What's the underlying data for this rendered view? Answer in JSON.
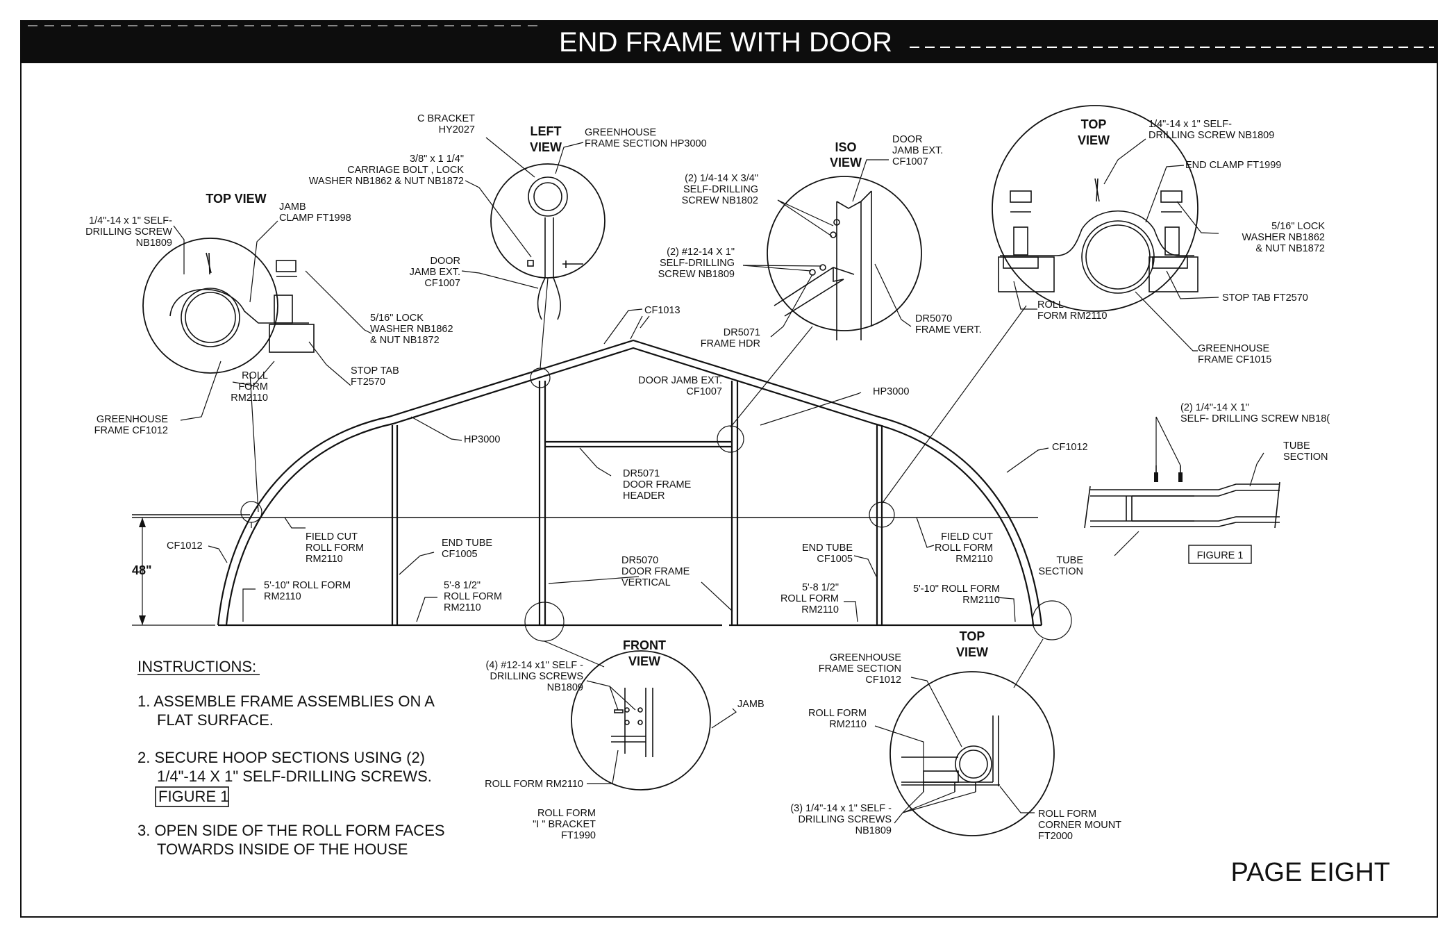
{
  "title": "END FRAME WITH DOOR",
  "page_label": "PAGE EIGHT",
  "views": {
    "top_view_left": "TOP VIEW",
    "left_view": "LEFT VIEW",
    "iso_view": "ISO VIEW",
    "top_view_right": "TOP VIEW",
    "front_view": "FRONT VIEW",
    "top_view_bottom": "TOP VIEW"
  },
  "callouts": {
    "screw_1809_a": [
      "1/4\"-14 x 1\" SELF-",
      "DRILLING SCREW",
      "NB1809"
    ],
    "jamb_clamp": [
      "JAMB",
      "CLAMP FT1998"
    ],
    "lock_washer_a": [
      "5/16\" LOCK",
      "WASHER NB1862",
      "& NUT NB1872"
    ],
    "roll_form_a": [
      "ROLL",
      "FORM",
      "RM2110"
    ],
    "stop_tab_a": [
      "STOP TAB",
      "FT2570"
    ],
    "gh_frame_cf1012_a": [
      "GREENHOUSE",
      "FRAME CF1012"
    ],
    "c_bracket": [
      "C BRACKET",
      "HY2027"
    ],
    "gh_frame_hp3000": [
      "GREENHOUSE",
      "FRAME SECTION HP3000"
    ],
    "carriage_bolt": [
      "3/8\" x 1 1/4\"",
      "CARRIAGE BOLT , LOCK",
      "WASHER NB1862 & NUT NB1872"
    ],
    "door_jamb_ext_a": [
      "DOOR",
      "JAMB EXT.",
      "CF1007"
    ],
    "door_jamb_ext_b": [
      "DOOR",
      "JAMB EXT.",
      "CF1007"
    ],
    "screw_1802": [
      "(2) 1/4-14 X 3/4\"",
      "SELF-DRILLING",
      "SCREW NB1802"
    ],
    "screw_12_14": [
      "(2) #12-14 X 1\"",
      "SELF-DRILLING",
      "SCREW NB1809"
    ],
    "dr5071_frame_hdr": [
      "DR5071",
      "FRAME HDR"
    ],
    "dr5070_frame_vert": [
      "DR5070",
      "FRAME VERT."
    ],
    "screw_1809_b": [
      "1/4\"-14 x 1\" SELF-",
      "DRILLING SCREW NB1809"
    ],
    "end_clamp": [
      "END CLAMP FT1999"
    ],
    "lock_washer_b": [
      "5/16\" LOCK",
      "WASHER NB1862",
      "& NUT NB1872"
    ],
    "roll_form_b": [
      "ROLL",
      "FORM RM2110"
    ],
    "stop_tab_b": [
      "STOP TAB FT2570"
    ],
    "gh_frame_cf1015": [
      "GREENHOUSE",
      "FRAME CF1015"
    ],
    "cf1013": [
      "CF1013"
    ],
    "door_jamb_ext_c": [
      "DOOR JAMB EXT.",
      "CF1007"
    ],
    "hp3000_right": [
      "HP3000"
    ],
    "hp3000_left": [
      "HP3000"
    ],
    "dr5071_door_header": [
      "DR5071",
      "DOOR FRAME",
      "HEADER"
    ],
    "cf1012_right": [
      "CF1012"
    ],
    "cf1012_left": [
      "CF1012"
    ],
    "height_48": [
      "48\""
    ],
    "field_cut_left": [
      "FIELD CUT",
      "ROLL FORM",
      "RM2110"
    ],
    "end_tube_left": [
      "END TUBE",
      "CF1005"
    ],
    "dr5070_door_vertical": [
      "DR5070",
      "DOOR FRAME",
      "VERTICAL"
    ],
    "end_tube_right": [
      "END TUBE",
      "CF1005"
    ],
    "field_cut_right": [
      "FIELD CUT",
      "ROLL FORM",
      "RM2110"
    ],
    "roll_510_left": [
      "5'-10\" ROLL FORM",
      "RM2110"
    ],
    "roll_58_left": [
      "5'-8 1/2\"",
      "ROLL FORM",
      "RM2110"
    ],
    "roll_58_right": [
      "5'-8 1/2\"",
      "ROLL FORM",
      "RM2110"
    ],
    "roll_510_right": [
      "5'-10\" ROLL FORM",
      "RM2110"
    ],
    "fig1_screw": [
      "(2) 1/4\"-14 X 1\"",
      "SELF- DRILLING SCREW NB18("
    ],
    "tube_section_a": [
      "TUBE",
      "SECTION"
    ],
    "tube_section_b": [
      "TUBE",
      "SECTION"
    ],
    "figure1_box": [
      "FIGURE 1"
    ],
    "front_screws": [
      "(4) #12-14 x1\" SELF -",
      "DRILLING SCREWS",
      "NB1809"
    ],
    "jamb": [
      "JAMB"
    ],
    "roll_form_rm2110": [
      "ROLL FORM RM2110"
    ],
    "i_bracket": [
      "ROLL FORM",
      "\"I \" BRACKET",
      "FT1990"
    ],
    "gh_frame_cf1012_b": [
      "GREENHOUSE",
      "FRAME SECTION",
      "CF1012"
    ],
    "roll_form_c": [
      "ROLL FORM",
      "RM2110"
    ],
    "corner_screws": [
      "(3) 1/4\"-14 x 1\" SELF -",
      "DRILLING SCREWS",
      "NB1809"
    ],
    "corner_mount": [
      "ROLL FORM",
      "CORNER MOUNT",
      "FT2000"
    ]
  },
  "instructions": {
    "heading": "INSTRUCTIONS:",
    "lines": [
      "1. ASSEMBLE FRAME ASSEMBLIES ON A",
      "FLAT SURFACE.",
      "2. SECURE HOOP SECTIONS USING (2)",
      "1/4\"-14 X 1\" SELF-DRILLING SCREWS.",
      "FIGURE 1",
      "3. OPEN SIDE OF THE ROLL FORM FACES",
      "TOWARDS INSIDE OF THE HOUSE"
    ]
  }
}
